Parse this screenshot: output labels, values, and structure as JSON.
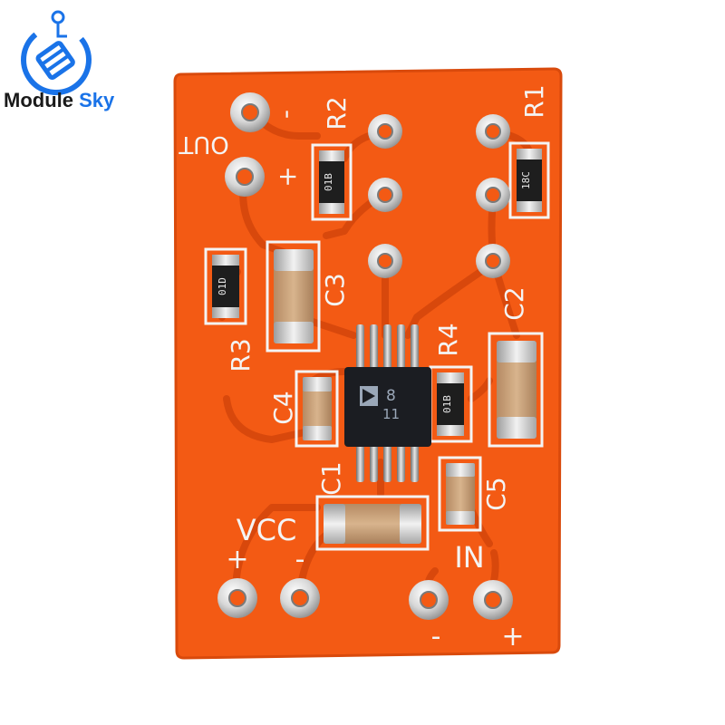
{
  "brand": {
    "name_part1": "Module",
    "name_part2": "Sky",
    "accent_color": "#1a73e8",
    "logo_icon": "circuit-globe-icon"
  },
  "board": {
    "pcb_color": "#f35a14",
    "silkscreen_color": "#f4f4f4",
    "labels": {
      "out": "OUT",
      "out_minus": "-",
      "out_plus": "+",
      "r1": "R1",
      "r2": "R2",
      "r3": "R3",
      "r4": "R4",
      "c1": "C1",
      "c2": "C2",
      "c3": "C3",
      "c4": "C4",
      "c5": "C5",
      "vcc": "VCC",
      "vcc_plus": "+",
      "vcc_minus": "-",
      "in": "IN",
      "in_minus": "-",
      "in_plus": "+"
    },
    "resistor_markings": {
      "r1": "18C",
      "r2": "01B",
      "r3": "01D",
      "r4": "01B"
    },
    "chip": {
      "marking_line1": "8",
      "marking_line2": "11",
      "logo_icon": "analog-devices-triangle-icon"
    }
  }
}
